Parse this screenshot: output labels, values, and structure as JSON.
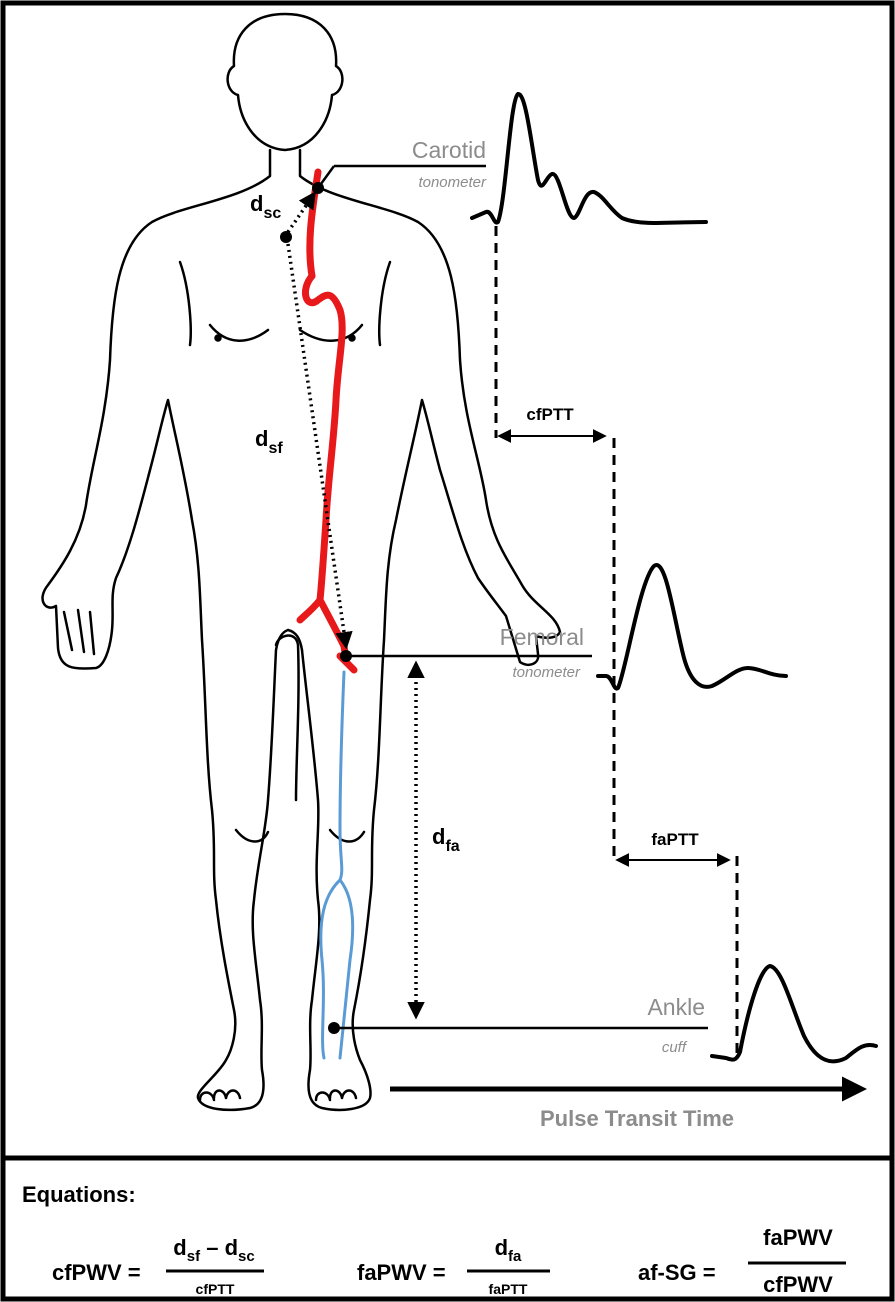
{
  "sites": {
    "carotid": {
      "name": "Carotid",
      "device": "tonometer"
    },
    "femoral": {
      "name": "Femoral",
      "device": "tonometer"
    },
    "ankle": {
      "name": "Ankle",
      "device": "cuff"
    }
  },
  "distances": {
    "dsc": {
      "main": "d",
      "sub": "sc"
    },
    "dsf": {
      "main": "d",
      "sub": "sf"
    },
    "dfa": {
      "main": "d",
      "sub": "fa"
    }
  },
  "intervals": {
    "cfptt": "cfPTT",
    "faptt": "faPTT"
  },
  "axis_label": "Pulse Transit Time",
  "equations": {
    "heading": "Equations:",
    "cfpwv": {
      "lhs": "cfPWV =",
      "num_d1": "d",
      "num_s1": "sf",
      "num_minus": "–",
      "num_d2": "d",
      "num_s2": "sc",
      "den": "cfPTT"
    },
    "fapwv": {
      "lhs": "faPWV =",
      "num_d": "d",
      "num_s": "fa",
      "den": "faPTT"
    },
    "afsg": {
      "lhs": "af-SG =",
      "num": "faPWV",
      "den": "cfPWV"
    }
  },
  "colors": {
    "artery_red": "#e8191b",
    "artery_blue": "#5b9bd5",
    "label_gray": "#8c8c8c",
    "stroke": "#000000"
  }
}
